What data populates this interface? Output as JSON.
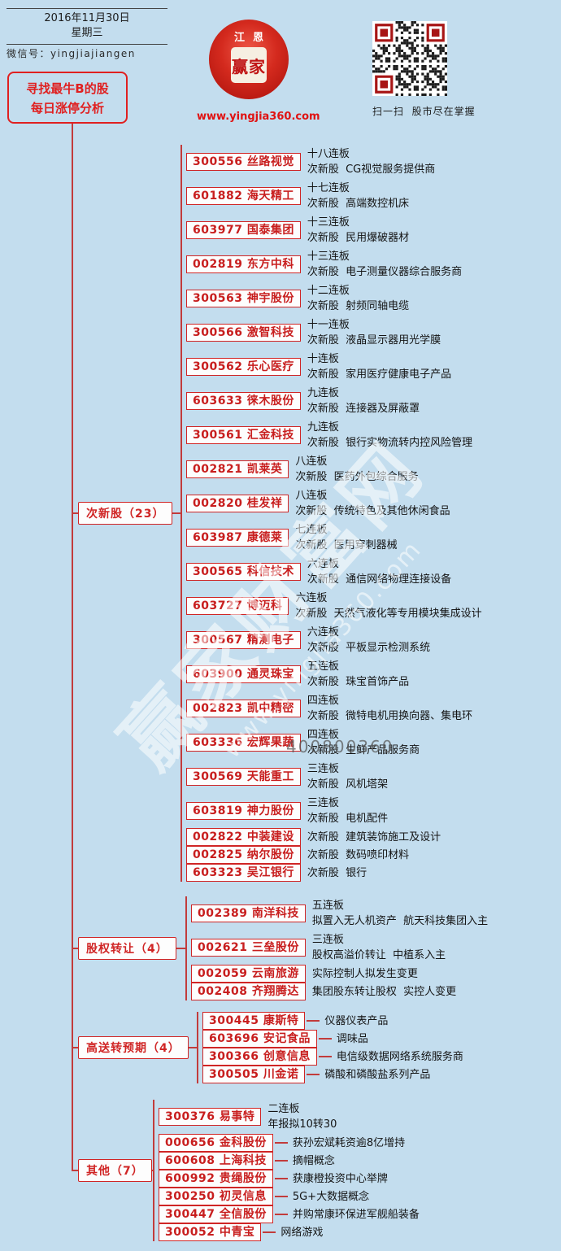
{
  "header": {
    "date": "2016年11月30日",
    "weekday": "星期三",
    "wechat": "微信号：yingjiajiangen",
    "slogan_line1": "寻找最牛B的股",
    "slogan_line2": "每日涨停分析",
    "logo_ring": "江恩",
    "logo_seal": "赢家",
    "site_url": "www.yingjia360.com",
    "qr_caption": "扫一扫  股市尽在掌握"
  },
  "watermark": {
    "brand": "赢家财富网",
    "url": "www.yingjia360.com",
    "phone": "400800360"
  },
  "colors": {
    "background": "#c3ddee",
    "accent_red": "#d02525",
    "line_red": "#c23b3b",
    "text_black": "#141414"
  },
  "groups": [
    {
      "label": "次新股（23）",
      "items": [
        {
          "code": "300556",
          "name": "丝路视觉",
          "lines": [
            "十八连板",
            "次新股  CG视觉服务提供商"
          ]
        },
        {
          "code": "601882",
          "name": "海天精工",
          "lines": [
            "十七连板",
            "次新股  高端数控机床"
          ]
        },
        {
          "code": "603977",
          "name": "国泰集团",
          "lines": [
            "十三连板",
            "次新股  民用爆破器材"
          ]
        },
        {
          "code": "002819",
          "name": "东方中科",
          "lines": [
            "十三连板",
            "次新股  电子测量仪器综合服务商"
          ]
        },
        {
          "code": "300563",
          "name": "神宇股份",
          "lines": [
            "十二连板",
            "次新股  射频同轴电缆"
          ]
        },
        {
          "code": "300566",
          "name": "激智科技",
          "lines": [
            "十一连板",
            "次新股  液晶显示器用光学膜"
          ]
        },
        {
          "code": "300562",
          "name": "乐心医疗",
          "lines": [
            "十连板",
            "次新股  家用医疗健康电子产品"
          ]
        },
        {
          "code": "603633",
          "name": "徕木股份",
          "lines": [
            "九连板",
            "次新股  连接器及屏蔽罩"
          ]
        },
        {
          "code": "300561",
          "name": "汇金科技",
          "lines": [
            "九连板",
            "次新股  银行实物流转内控风险管理"
          ]
        },
        {
          "code": "002821",
          "name": "凯莱英",
          "lines": [
            "八连板",
            "次新股  医药外包综合服务"
          ]
        },
        {
          "code": "002820",
          "name": "桂发祥",
          "lines": [
            "八连板",
            "次新股  传统特色及其他休闲食品"
          ]
        },
        {
          "code": "603987",
          "name": "康德莱",
          "lines": [
            "七连板",
            "次新股  医用穿刺器械"
          ]
        },
        {
          "code": "300565",
          "name": "科信技术",
          "lines": [
            "六连板",
            "次新股  通信网络物理连接设备"
          ]
        },
        {
          "code": "603727",
          "name": "博迈科",
          "lines": [
            "六连板",
            "次新股  天然气液化等专用模块集成设计"
          ]
        },
        {
          "code": "300567",
          "name": "精测电子",
          "lines": [
            "六连板",
            "次新股  平板显示检测系统"
          ]
        },
        {
          "code": "603900",
          "name": "通灵珠宝",
          "lines": [
            "五连板",
            "次新股  珠宝首饰产品"
          ]
        },
        {
          "code": "002823",
          "name": "凯中精密",
          "lines": [
            "四连板",
            "次新股  微特电机用换向器、集电环"
          ]
        },
        {
          "code": "603336",
          "name": "宏辉果蔬",
          "lines": [
            "四连板",
            "次新股  生鲜产品服务商"
          ]
        },
        {
          "code": "300569",
          "name": "天能重工",
          "lines": [
            "三连板",
            "次新股  风机塔架"
          ]
        },
        {
          "code": "603819",
          "name": "神力股份",
          "lines": [
            "三连板",
            "次新股  电机配件"
          ]
        },
        {
          "code": "002822",
          "name": "中装建设",
          "lines": [
            "次新股  建筑装饰施工及设计"
          ]
        },
        {
          "code": "002825",
          "name": "纳尔股份",
          "lines": [
            "次新股  数码喷印材料"
          ]
        },
        {
          "code": "603323",
          "name": "吴江银行",
          "lines": [
            "次新股  银行"
          ]
        }
      ]
    },
    {
      "label": "股权转让（4）",
      "items": [
        {
          "code": "002389",
          "name": "南洋科技",
          "lines": [
            "五连板",
            "拟置入无人机资产  航天科技集团入主"
          ]
        },
        {
          "code": "002621",
          "name": "三垒股份",
          "lines": [
            "三连板",
            "股权高溢价转让  中植系入主"
          ]
        },
        {
          "code": "002059",
          "name": "云南旅游",
          "lines": [
            "实际控制人拟发生变更"
          ]
        },
        {
          "code": "002408",
          "name": "齐翔腾达",
          "lines": [
            "集团股东转让股权  实控人变更"
          ]
        }
      ]
    },
    {
      "label": "高送转预期（4）",
      "items": [
        {
          "code": "300445",
          "name": "康斯特",
          "lines": [
            "仪器仪表产品"
          ],
          "dash": true
        },
        {
          "code": "603696",
          "name": "安记食品",
          "lines": [
            "调味品"
          ],
          "dash": true
        },
        {
          "code": "300366",
          "name": "创意信息",
          "lines": [
            "电信级数据网络系统服务商"
          ],
          "dash": true
        },
        {
          "code": "300505",
          "name": "川金诺",
          "lines": [
            "磷酸和磷酸盐系列产品"
          ],
          "dash": true
        }
      ]
    },
    {
      "label": "其他（7）",
      "items": [
        {
          "code": "300376",
          "name": "易事特",
          "lines": [
            "二连板",
            "年报拟10转30"
          ]
        },
        {
          "code": "000656",
          "name": "金科股份",
          "lines": [
            "获孙宏斌耗资逾8亿增持"
          ],
          "dash": true
        },
        {
          "code": "600608",
          "name": "上海科技",
          "lines": [
            "摘帽概念"
          ],
          "dash": true
        },
        {
          "code": "600992",
          "name": "贵绳股份",
          "lines": [
            "获康橙投资中心举牌"
          ],
          "dash": true
        },
        {
          "code": "300250",
          "name": "初灵信息",
          "lines": [
            "5G+大数据概念"
          ],
          "dash": true
        },
        {
          "code": "300447",
          "name": "全信股份",
          "lines": [
            "并购常康环保进军舰船装备"
          ],
          "dash": true
        },
        {
          "code": "300052",
          "name": "中青宝",
          "lines": [
            "网络游戏"
          ],
          "dash": true
        }
      ]
    }
  ]
}
